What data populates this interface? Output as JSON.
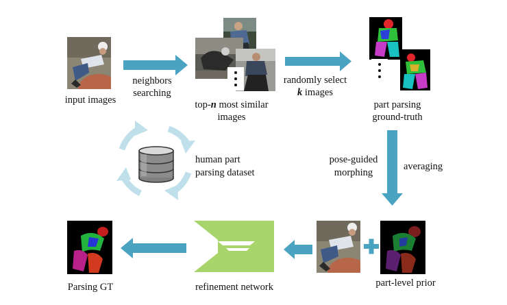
{
  "labels": {
    "input_images": "input images",
    "neighbors_1": "neighbors",
    "neighbors_2": "searching",
    "topn_prefix": "top-",
    "topn_n": "n",
    "topn_suffix": " most similar",
    "topn_2": "images",
    "random_1": "randomly select",
    "random_k": "k",
    "random_2": " images",
    "gt_1": "part parsing",
    "gt_2": "ground-truth",
    "dataset_1": "human part",
    "dataset_2": "parsing dataset",
    "pose_1": "pose-guided",
    "pose_2": "morphing",
    "averaging": "averaging",
    "prior": "part-level prior",
    "refinement": "refinement network",
    "parsing_gt": "Parsing GT"
  },
  "colors": {
    "arrow": "#4ba3c2",
    "network": "#a8d46c",
    "cycle": "#bfe0ea",
    "plus": "#4ba3c2"
  },
  "icons": {
    "database": "database-icon",
    "cycle": "cycle-arrows-icon",
    "network": "hourglass-network-icon",
    "plus": "plus-icon"
  }
}
